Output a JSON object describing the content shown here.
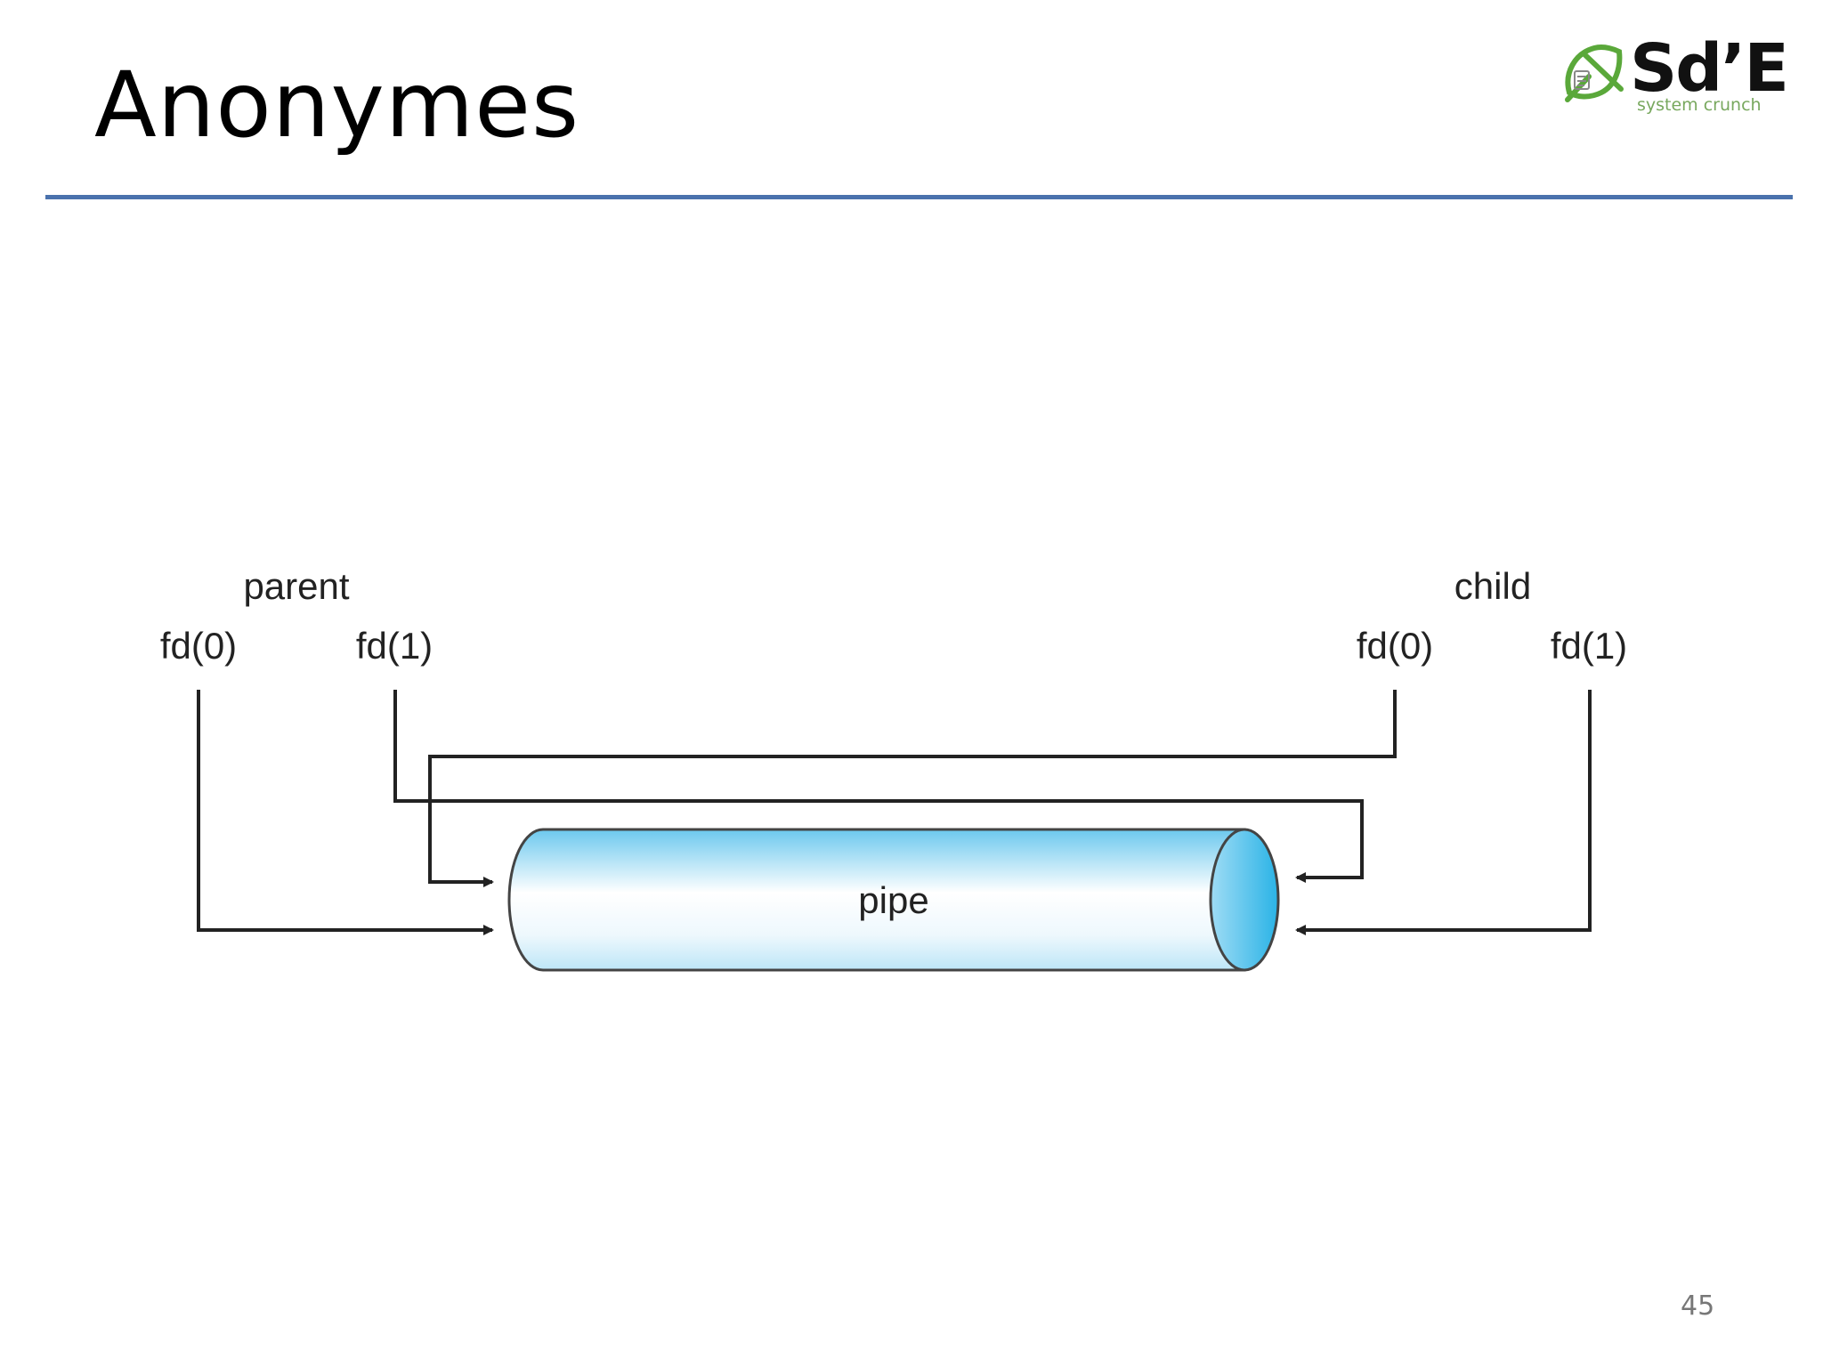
{
  "slide": {
    "title": "Anonymes",
    "page_number": "45"
  },
  "logo": {
    "name": "Sd’E",
    "tagline": "system crunch",
    "accent": "#5aa83a"
  },
  "diagram": {
    "parent_label": "parent",
    "child_label": "child",
    "parent_fd0": "fd(0)",
    "parent_fd1": "fd(1)",
    "child_fd0": "fd(0)",
    "child_fd1": "fd(1)",
    "pipe_label": "pipe",
    "pipe_color": "#4fc0ea",
    "rule_color": "#4a72ad"
  }
}
